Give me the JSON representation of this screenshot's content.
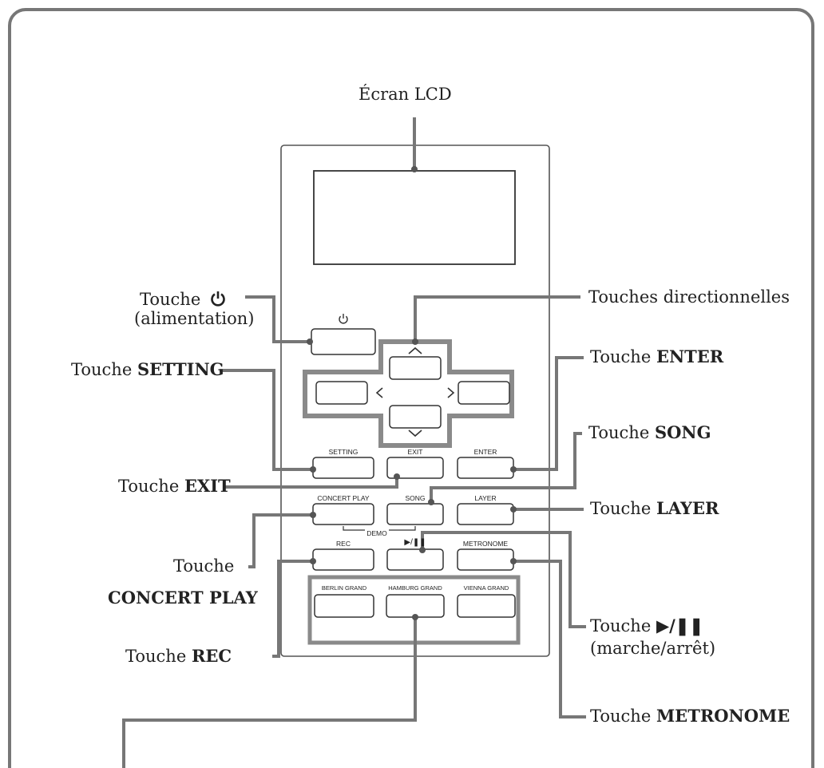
{
  "labels": {
    "lcd": "Écran LCD",
    "power_pre": "Touche",
    "power_sub": "(alimentation)",
    "cursor": "Touches directionnelles",
    "enter_pre": "Touche ",
    "enter_b": "ENTER",
    "setting_pre": "Touche ",
    "setting_b": "SETTING",
    "song_pre": "Touche ",
    "song_b": "SONG",
    "exit_pre": "Touche ",
    "exit_b": "EXIT",
    "layer_pre": "Touche ",
    "layer_b": "LAYER",
    "concert_pre": "Touche",
    "concert_b": "CONCERT PLAY",
    "play_pre": "Touche ",
    "play_b": "▶/❚❚",
    "play_sub": "(marche/arrêt)",
    "rec_pre": "Touche ",
    "rec_b": "REC",
    "metronome_pre": "Touche ",
    "metronome_b": "METRONOME"
  },
  "panel": {
    "setting": "SETTING",
    "exit": "EXIT",
    "enter": "ENTER",
    "concert_play": "CONCERT PLAY",
    "song": "SONG",
    "layer": "LAYER",
    "demo": "DEMO",
    "rec": "REC",
    "play_pause": "▶/❚❚",
    "metronome": "METRONOME",
    "berlin_grand": "BERLIN GRAND",
    "hamburg_grand": "HAMBURG GRAND",
    "vienna_grand": "VIENNA GRAND"
  },
  "icons": {
    "power": "power-icon",
    "up": "chevron-up-icon",
    "down": "chevron-down-icon",
    "left": "chevron-left-icon",
    "right": "chevron-right-icon"
  }
}
